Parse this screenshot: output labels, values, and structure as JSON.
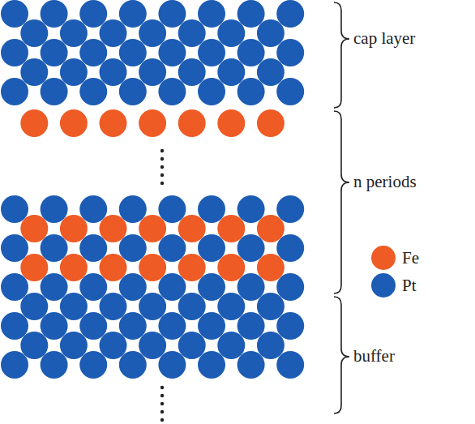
{
  "diagram": {
    "labels": [
      "cap layer",
      "n periods",
      "buffer"
    ],
    "legend": [
      {
        "text": "Fe",
        "color": "#ef5b25"
      },
      {
        "text": "Pt",
        "color": "#1d5cb4"
      }
    ]
  }
}
